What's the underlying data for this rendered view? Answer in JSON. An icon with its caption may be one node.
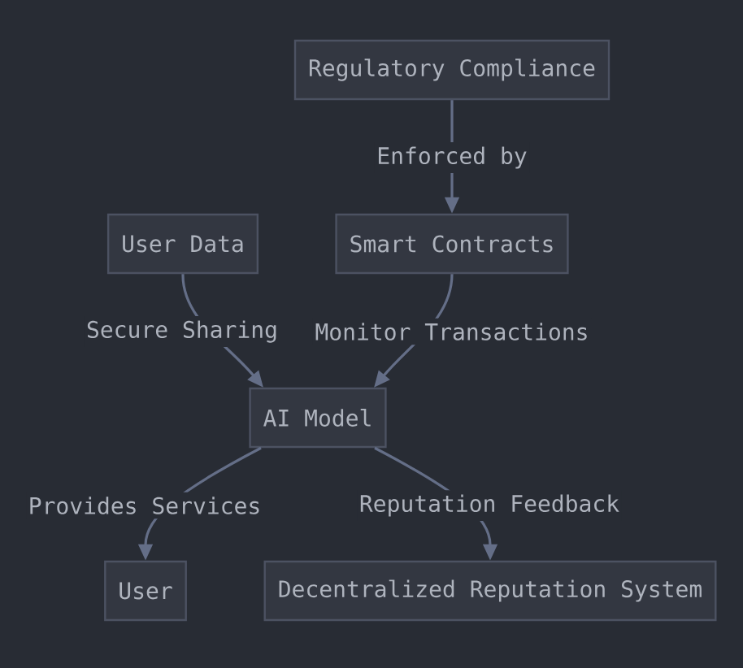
{
  "diagram": {
    "nodes": [
      {
        "text": [
          "Regulatory Compliance"
        ]
      },
      {
        "text": [
          "User Data"
        ]
      },
      {
        "text": [
          "Smart Contracts"
        ]
      },
      {
        "text": [
          "AI Model"
        ]
      },
      {
        "text": [
          "User"
        ]
      },
      {
        "text": [
          "Decentralized Reputation System"
        ]
      }
    ],
    "edges": [
      {
        "from": 0,
        "to": 2,
        "arrow": "to",
        "label": "Enforced by"
      },
      {
        "from": 1,
        "to": 3,
        "arrow": "to",
        "label": "Secure Sharing"
      },
      {
        "from": 2,
        "to": 3,
        "arrow": "to",
        "label": "Monitor Transactions"
      },
      {
        "from": 3,
        "to": 4,
        "arrow": "to",
        "label": "Provides Services"
      },
      {
        "from": 3,
        "to": 5,
        "arrow": "to",
        "label": "Reputation Feedback"
      }
    ]
  }
}
